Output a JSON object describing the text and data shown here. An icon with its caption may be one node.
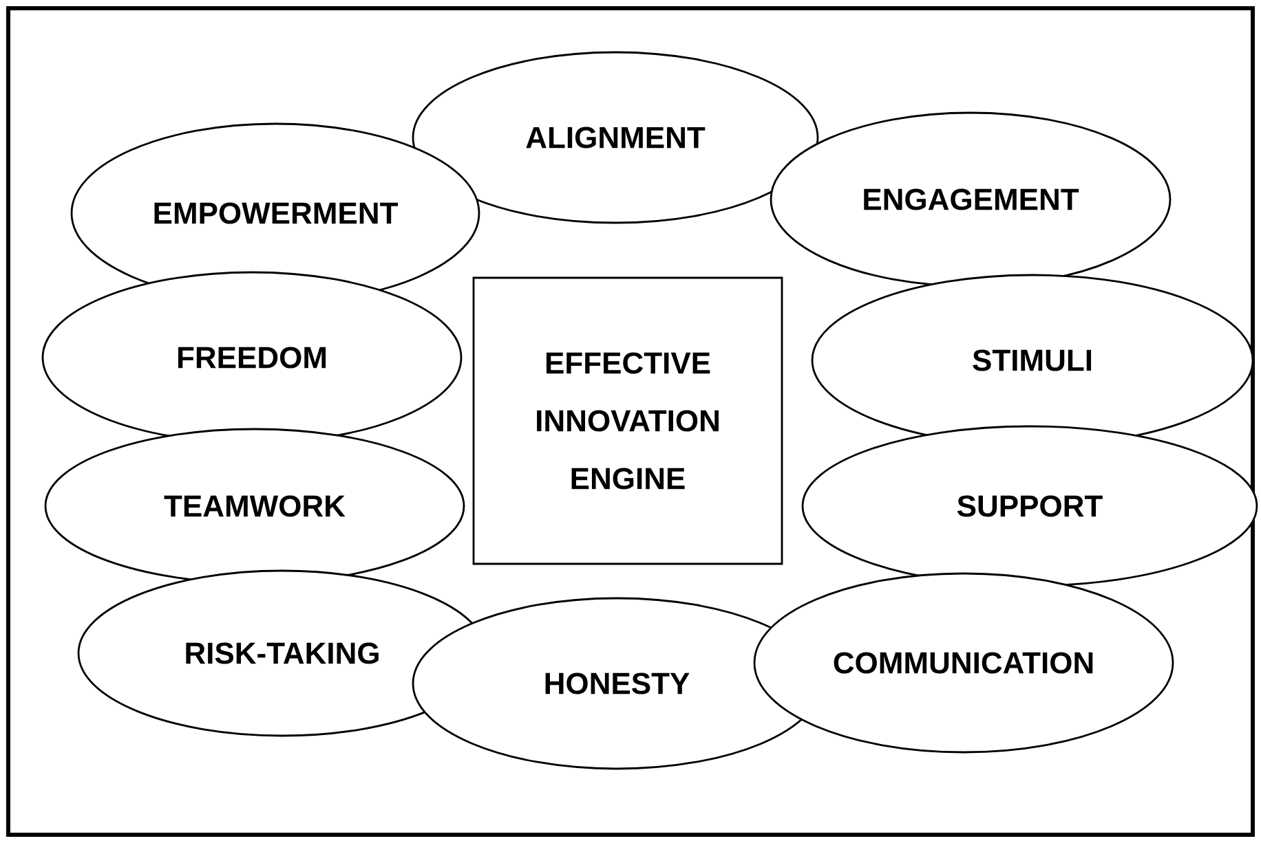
{
  "diagram": {
    "nodes": [
      {
        "text": [
          "ALIGNMENT"
        ]
      },
      {
        "text": [
          "EMPOWERMENT"
        ]
      },
      {
        "text": [
          "ENGAGEMENT"
        ]
      },
      {
        "text": [
          "FREEDOM"
        ]
      },
      {
        "text": [
          "EFFECTIVE INNOVATION ENGINE"
        ]
      },
      {
        "text": [
          "STIMULI"
        ]
      },
      {
        "text": [
          "TEAMWORK"
        ]
      },
      {
        "text": [
          "SUPPORT"
        ]
      },
      {
        "text": [
          "RISK-TAKING"
        ]
      },
      {
        "text": [
          "HONESTY"
        ]
      },
      {
        "text": [
          "COMMUNICATION"
        ]
      }
    ]
  }
}
